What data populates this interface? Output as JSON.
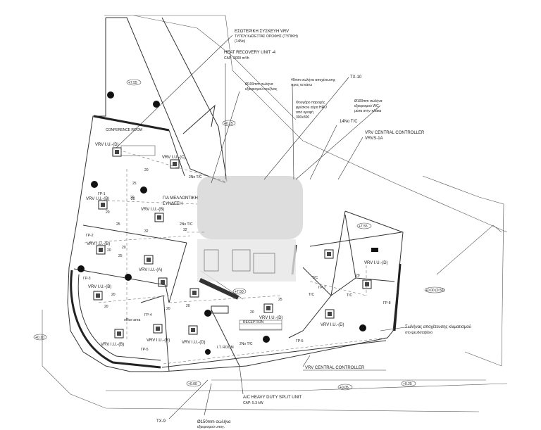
{
  "annotations": {
    "vrv_internal": [
      "ΕΣΩΤΕΡΙΚΗ ΣΥΣΚΕΥΗ VRV",
      "ΤΥΠΟΥ ΚΑΣΕΤΤΑΣ ΟΡΟΦΗΣ (ΤΥΠΙΚΗ)",
      "(14No)"
    ],
    "hru": [
      "HEAT RECOVERY UNIT -4",
      "CAP: 2000 m³/h"
    ],
    "tx10": "TX-10",
    "pipe40": [
      "40mm σωλήνα αποχέτευσης",
      "προς τα κάτω"
    ],
    "pipe100_left": [
      "Ø100mm σωλήνα",
      "εξαερισμού κουζίνας"
    ],
    "pipe100_right": [
      "Ø100mm σωλήνα",
      "εξαερισμού WC",
      "μέσα στην πλάκα"
    ],
    "fresh_air": [
      "Φουγάρο παροχής",
      "φρέσκου αέρα HRU",
      "από οροφή",
      "300x300"
    ],
    "tc14": "14No T/C",
    "vrv_ctrl_top": [
      "VRV CENTRAL CONTROLLER",
      "VRVS-1A"
    ],
    "ac_split": [
      "A/C HEAVY DUTY SPLIT UNIT",
      "CAP: 5.3 kW"
    ],
    "vrv_ctrl_bottom": "VRV CENTRAL CONTROLLER",
    "drain_pipe": [
      "Σωλήνας αποχέτευσης κλιματισμού",
      "στο ψευδοταβάνο"
    ],
    "tx9": "TX-9",
    "pipe150": [
      "Ø150mm σωλήνα",
      "εξαερισμού υπογ."
    ],
    "future": [
      "ΓΙΑ ΜΕΛΛΟΝΤΙΚΗ",
      "ΣΥΝΔΕΣΗ"
    ]
  },
  "rooms": {
    "conference": "CONFERENCE ROOM",
    "reception": "RECEPTION",
    "it_room": "I.T. ROOM",
    "office": "office area"
  },
  "units": [
    {
      "label": "VRV I.U.-(D)"
    },
    {
      "label": "VRV I.U.-(C)"
    },
    {
      "label": "VRV I.U.-(B)"
    },
    {
      "label": "VRV I.U.-(B)"
    },
    {
      "label": "VRV I.U.-(B)"
    },
    {
      "label": "VRV I.U.-(A)"
    },
    {
      "label": "VRV I.U.-(B)"
    },
    {
      "label": "VRV I.U.-(B)"
    },
    {
      "label": "VRV I.U.-(B)"
    },
    {
      "label": "VRV I.U.-(D)"
    },
    {
      "label": "VRV I.U.-(D)"
    },
    {
      "label": "VRV I.U.-(D)"
    },
    {
      "label": "VRV I.U.-(D)"
    }
  ],
  "tc_labels": [
    "2No T/C",
    "2No T/C",
    "2No T/C",
    "T/C",
    "T/C",
    "T/C"
  ],
  "pipe_sizes": [
    "20",
    "20",
    "25",
    "20",
    "20",
    "25",
    "32",
    "20",
    "32",
    "20",
    "20",
    "20",
    "20",
    "25",
    "20",
    "20",
    "25",
    "25"
  ],
  "levels": [
    "+7.55",
    "+0.15",
    "+0.00",
    "+0.00 (0.50)",
    "+7.55",
    "+7.50",
    "+0.05",
    "+0.25",
    "+0.10"
  ],
  "zones": [
    "ΓΡ-1",
    "ΓΡ-2",
    "ΓΡ-3",
    "ΓΡ-4",
    "ΓΡ-5",
    "ΓΡ-6",
    "ΓΡ-7",
    "ΓΡ-8"
  ]
}
